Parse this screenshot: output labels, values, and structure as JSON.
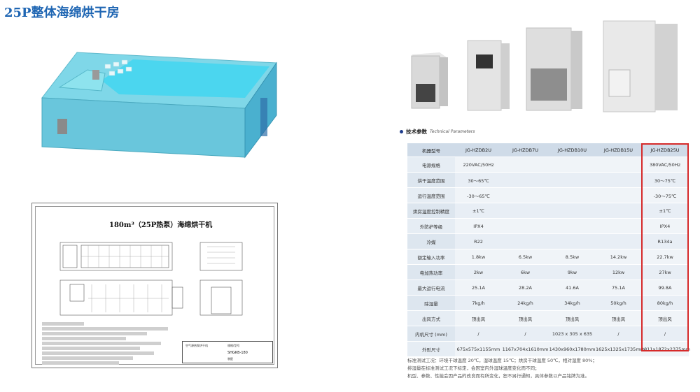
{
  "page": {
    "title": "25P整体海绵烘干房"
  },
  "drawing": {
    "title": "180m³（25P热泵）海绵烘干机",
    "titleblock_name": "空气源热泵烘干机",
    "titleblock_label": "规格/型号",
    "titleblock_code": "SHGKB-180",
    "titleblock_sub": "装配"
  },
  "spec": {
    "header_cn": "技术参数",
    "header_en": "Technical Parameters",
    "columns": [
      "机器型号",
      "JG-HZDB2U",
      "JG-HZDB7U",
      "JG-HZDB10U",
      "JG-HZDB15U",
      "JG-HZDB25U"
    ],
    "rows": [
      [
        "电源规格",
        "220VAC/50Hz",
        "",
        "",
        "",
        "380VAC/50Hz"
      ],
      [
        "烘干温度范围",
        "30～65℃",
        "",
        "",
        "",
        "30～75℃"
      ],
      [
        "运行温度范围",
        "-30～65℃",
        "",
        "",
        "",
        "-30～75℃"
      ],
      [
        "烘房温度控制精度",
        "±1℃",
        "",
        "",
        "",
        "±1℃"
      ],
      [
        "外防护等级",
        "IPX4",
        "",
        "",
        "",
        "IPX4"
      ],
      [
        "冷媒",
        "R22",
        "",
        "",
        "",
        "R134a"
      ],
      [
        "额定输入功率",
        "1.8kw",
        "6.5kw",
        "8.5kw",
        "14.2kw",
        "22.7kw"
      ],
      [
        "电加热功率",
        "2kw",
        "6kw",
        "9kw",
        "12kw",
        "27kw"
      ],
      [
        "最大运行电流",
        "25.1A",
        "28.2A",
        "41.6A",
        "75.1A",
        "99.8A"
      ],
      [
        "除湿量",
        "7kg/h",
        "24kg/h",
        "34kg/h",
        "50kg/h",
        "80kg/h"
      ],
      [
        "出风方式",
        "顶出风",
        "顶出风",
        "顶出风",
        "顶出风",
        "顶出风"
      ],
      [
        "内机尺寸 (mm)",
        "/",
        "/",
        "1023 x 305 x 635",
        "/",
        "/"
      ],
      [
        "外形尺寸",
        "675x575x1155mm",
        "1167x704x1610mm",
        "1430x960x1780mm",
        "1625x1325x1735mm",
        "1811x1872x2375mm"
      ]
    ],
    "footnotes": [
      "标准测试工况：环境干球温度 20℃，湿球温度 15℃；烘房干球温度 50℃，相对湿度 80%；",
      "排湿量在标准测试工况下标定，会因室内外湿球温度变化而不同；",
      "机型、参数、性能会因产品的改良而有所变化，恕不另行通知，具体参数以产品铭牌为准。"
    ]
  },
  "colors": {
    "title": "#1f66b3",
    "highlight": "#d62a2a",
    "table_header": "#cfdbe8"
  }
}
